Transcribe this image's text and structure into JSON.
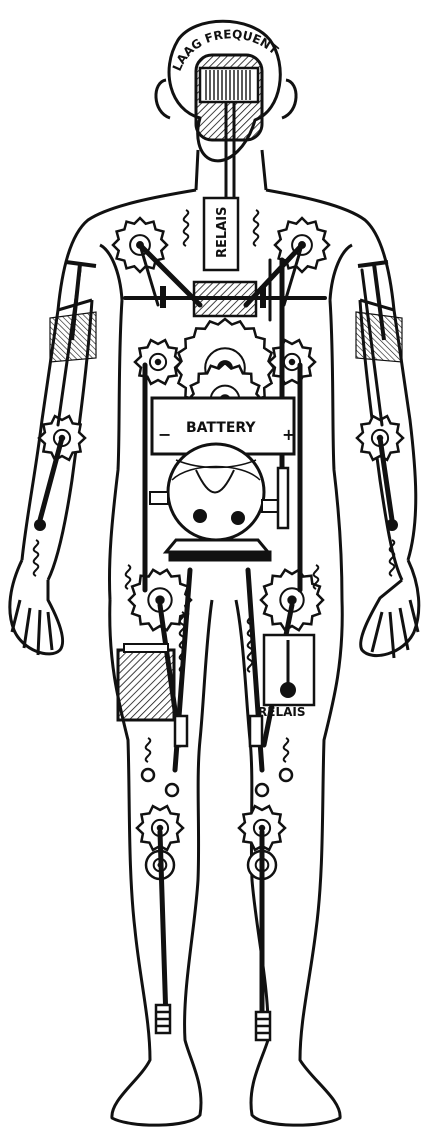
{
  "labels": {
    "head_frequency": "LAAG FREQUENT",
    "chest_relay": "RELAIS",
    "battery": "BATTERY",
    "battery_minus": "−",
    "battery_plus": "+",
    "knee_relay": "RELAIS"
  }
}
